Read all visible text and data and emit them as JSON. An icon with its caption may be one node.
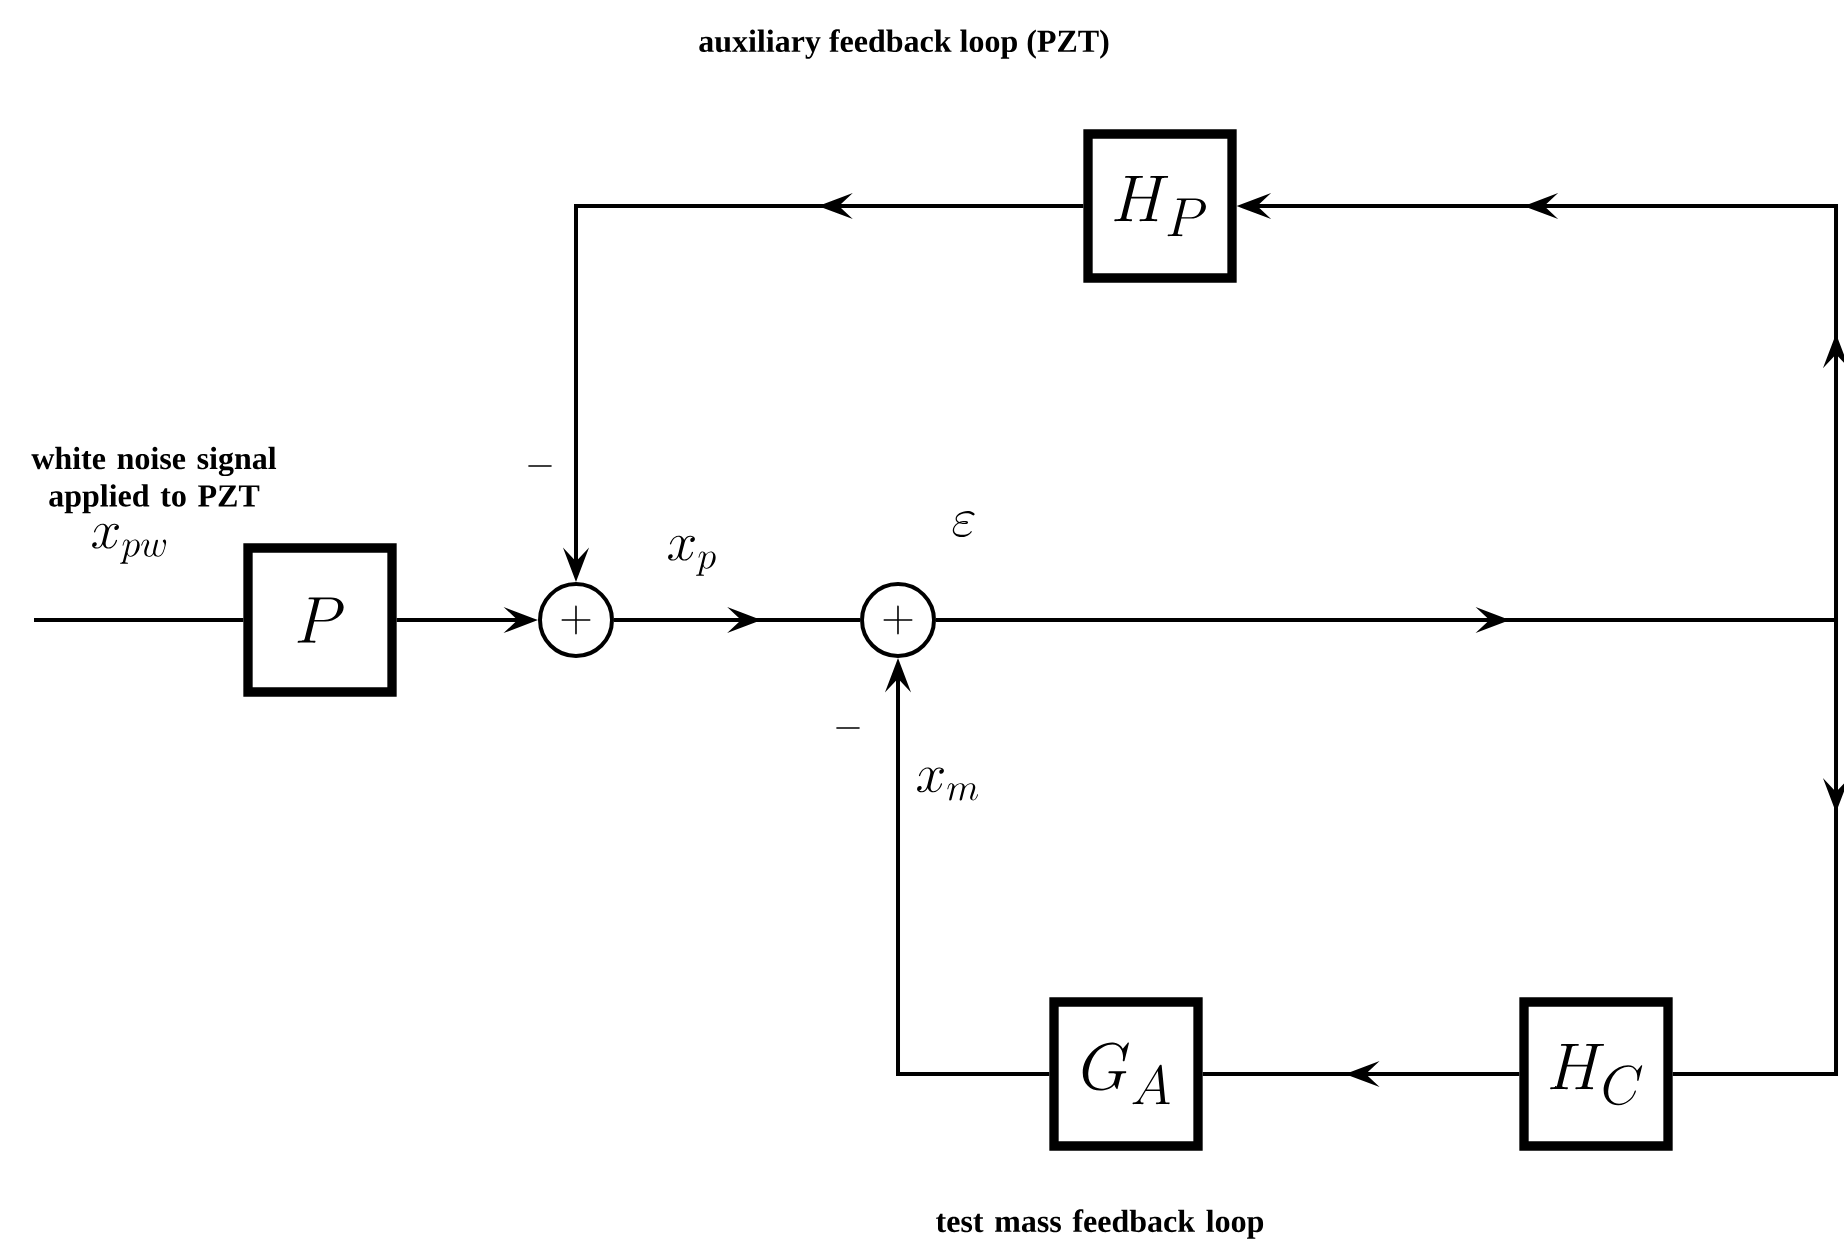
{
  "diagram": {
    "title": "auxiliary feedback loop (PZT)",
    "nodes": [
      {
        "text": [
          "P"
        ]
      },
      {
        "text": [
          "+"
        ]
      },
      {
        "text": [
          "+"
        ]
      },
      {
        "text": [
          "H_P"
        ]
      },
      {
        "text": [
          "H_C"
        ]
      },
      {
        "text": [
          "G_A"
        ]
      }
    ],
    "edges": [
      {
        "from": null,
        "to": 0,
        "arrow": "none",
        "label": "x_{pw}"
      },
      {
        "from": 0,
        "to": 1,
        "arrow": "to"
      },
      {
        "from": 1,
        "to": 2,
        "arrow": "to",
        "label": "x_p"
      },
      {
        "from": 2,
        "to": 3,
        "arrow": "to",
        "label": "\\varepsilon"
      },
      {
        "from": 2,
        "to": 4,
        "arrow": "to"
      },
      {
        "from": 3,
        "to": 1,
        "arrow": "to"
      },
      {
        "from": 4,
        "to": 5,
        "arrow": "to"
      },
      {
        "from": 5,
        "to": 2,
        "arrow": "to",
        "label": "x_m"
      }
    ],
    "labels": [
      "white noise signal applied to PZT",
      "-",
      "-",
      "test mass feedback loop"
    ]
  }
}
